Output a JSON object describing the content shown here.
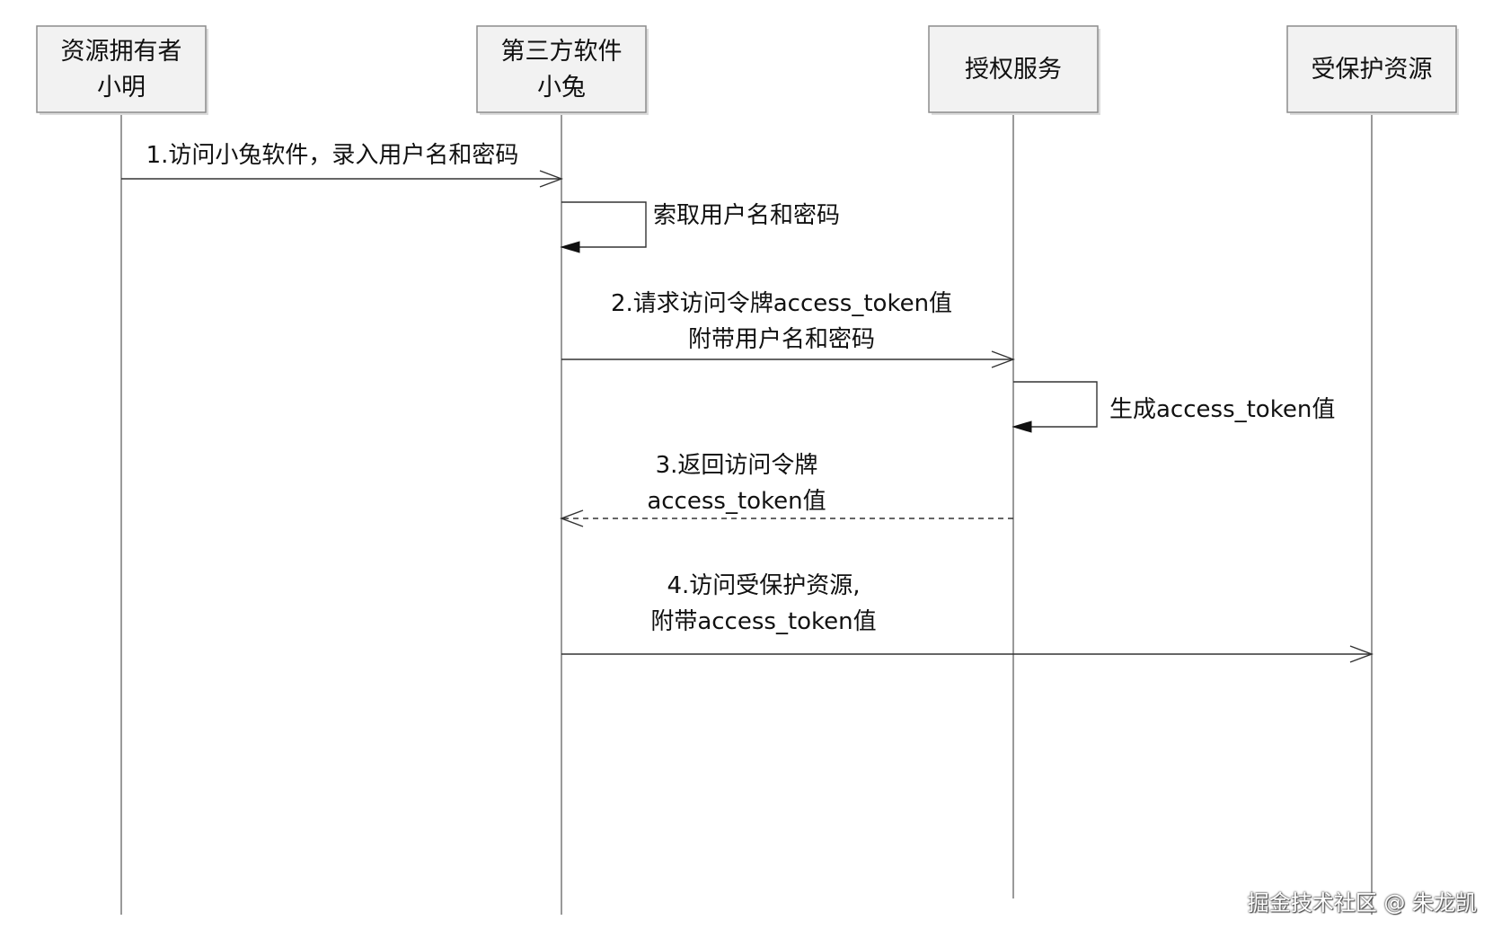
{
  "diagram": {
    "participants": [
      {
        "id": "owner",
        "lines": [
          "资源拥有者",
          "小明"
        ]
      },
      {
        "id": "client",
        "lines": [
          "第三方软件",
          "小兔"
        ]
      },
      {
        "id": "auth",
        "lines": [
          "授权服务"
        ]
      },
      {
        "id": "resource",
        "lines": [
          "受保护资源"
        ]
      }
    ],
    "messages": [
      {
        "id": "m1",
        "from": "owner",
        "to": "client",
        "style": "solid",
        "lines": [
          "1.访问小兔软件，录入用户名和密码"
        ]
      },
      {
        "id": "m2",
        "from": "client",
        "to": "client",
        "style": "self",
        "lines": [
          "索取用户名和密码"
        ]
      },
      {
        "id": "m3",
        "from": "client",
        "to": "auth",
        "style": "solid",
        "lines": [
          "2.请求访问令牌access_token值",
          "附带用户名和密码"
        ]
      },
      {
        "id": "m4",
        "from": "auth",
        "to": "auth",
        "style": "self",
        "lines": [
          "生成access_token值"
        ]
      },
      {
        "id": "m5",
        "from": "auth",
        "to": "client",
        "style": "dashed",
        "lines": [
          "3.返回访问令牌",
          "access_token值"
        ]
      },
      {
        "id": "m6",
        "from": "client",
        "to": "resource",
        "style": "solid",
        "lines": [
          "4.访问受保护资源,",
          "附带access_token值"
        ]
      }
    ]
  },
  "watermark": "掘金技术社区 @ 朱龙凯"
}
